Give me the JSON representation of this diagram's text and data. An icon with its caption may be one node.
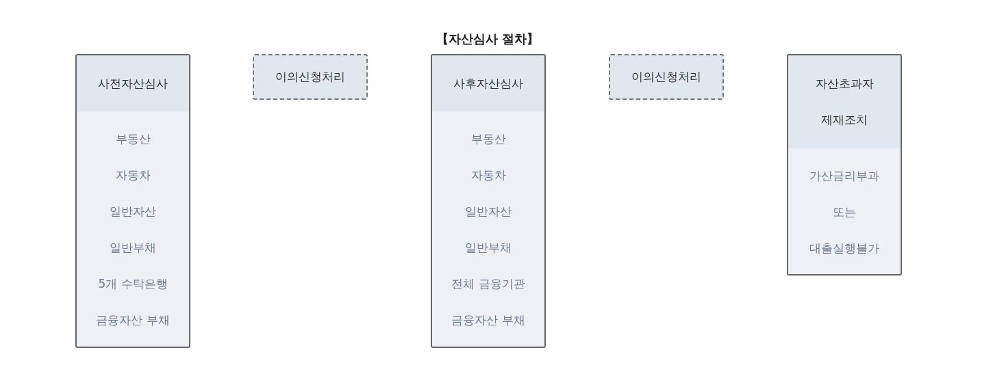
{
  "diagram": {
    "title": "【자산심사 절차】",
    "nodes": [
      {
        "text": [
          "사전자산심사",
          "부동산",
          "자동차",
          "일반자산",
          "일반부채",
          "5개 수탁은행",
          "금융자산 부채"
        ]
      },
      {
        "text": [
          "이의신청처리"
        ]
      },
      {
        "text": [
          "사후자산심사",
          "부동산",
          "자동차",
          "일반자산",
          "일반부채",
          "전체 금융기관",
          "금융자산 부채"
        ]
      },
      {
        "text": [
          "이의신청처리"
        ]
      },
      {
        "text": [
          "자산초과자 제재조치",
          "가산금리부과 또는 대출실행불가"
        ]
      }
    ]
  }
}
